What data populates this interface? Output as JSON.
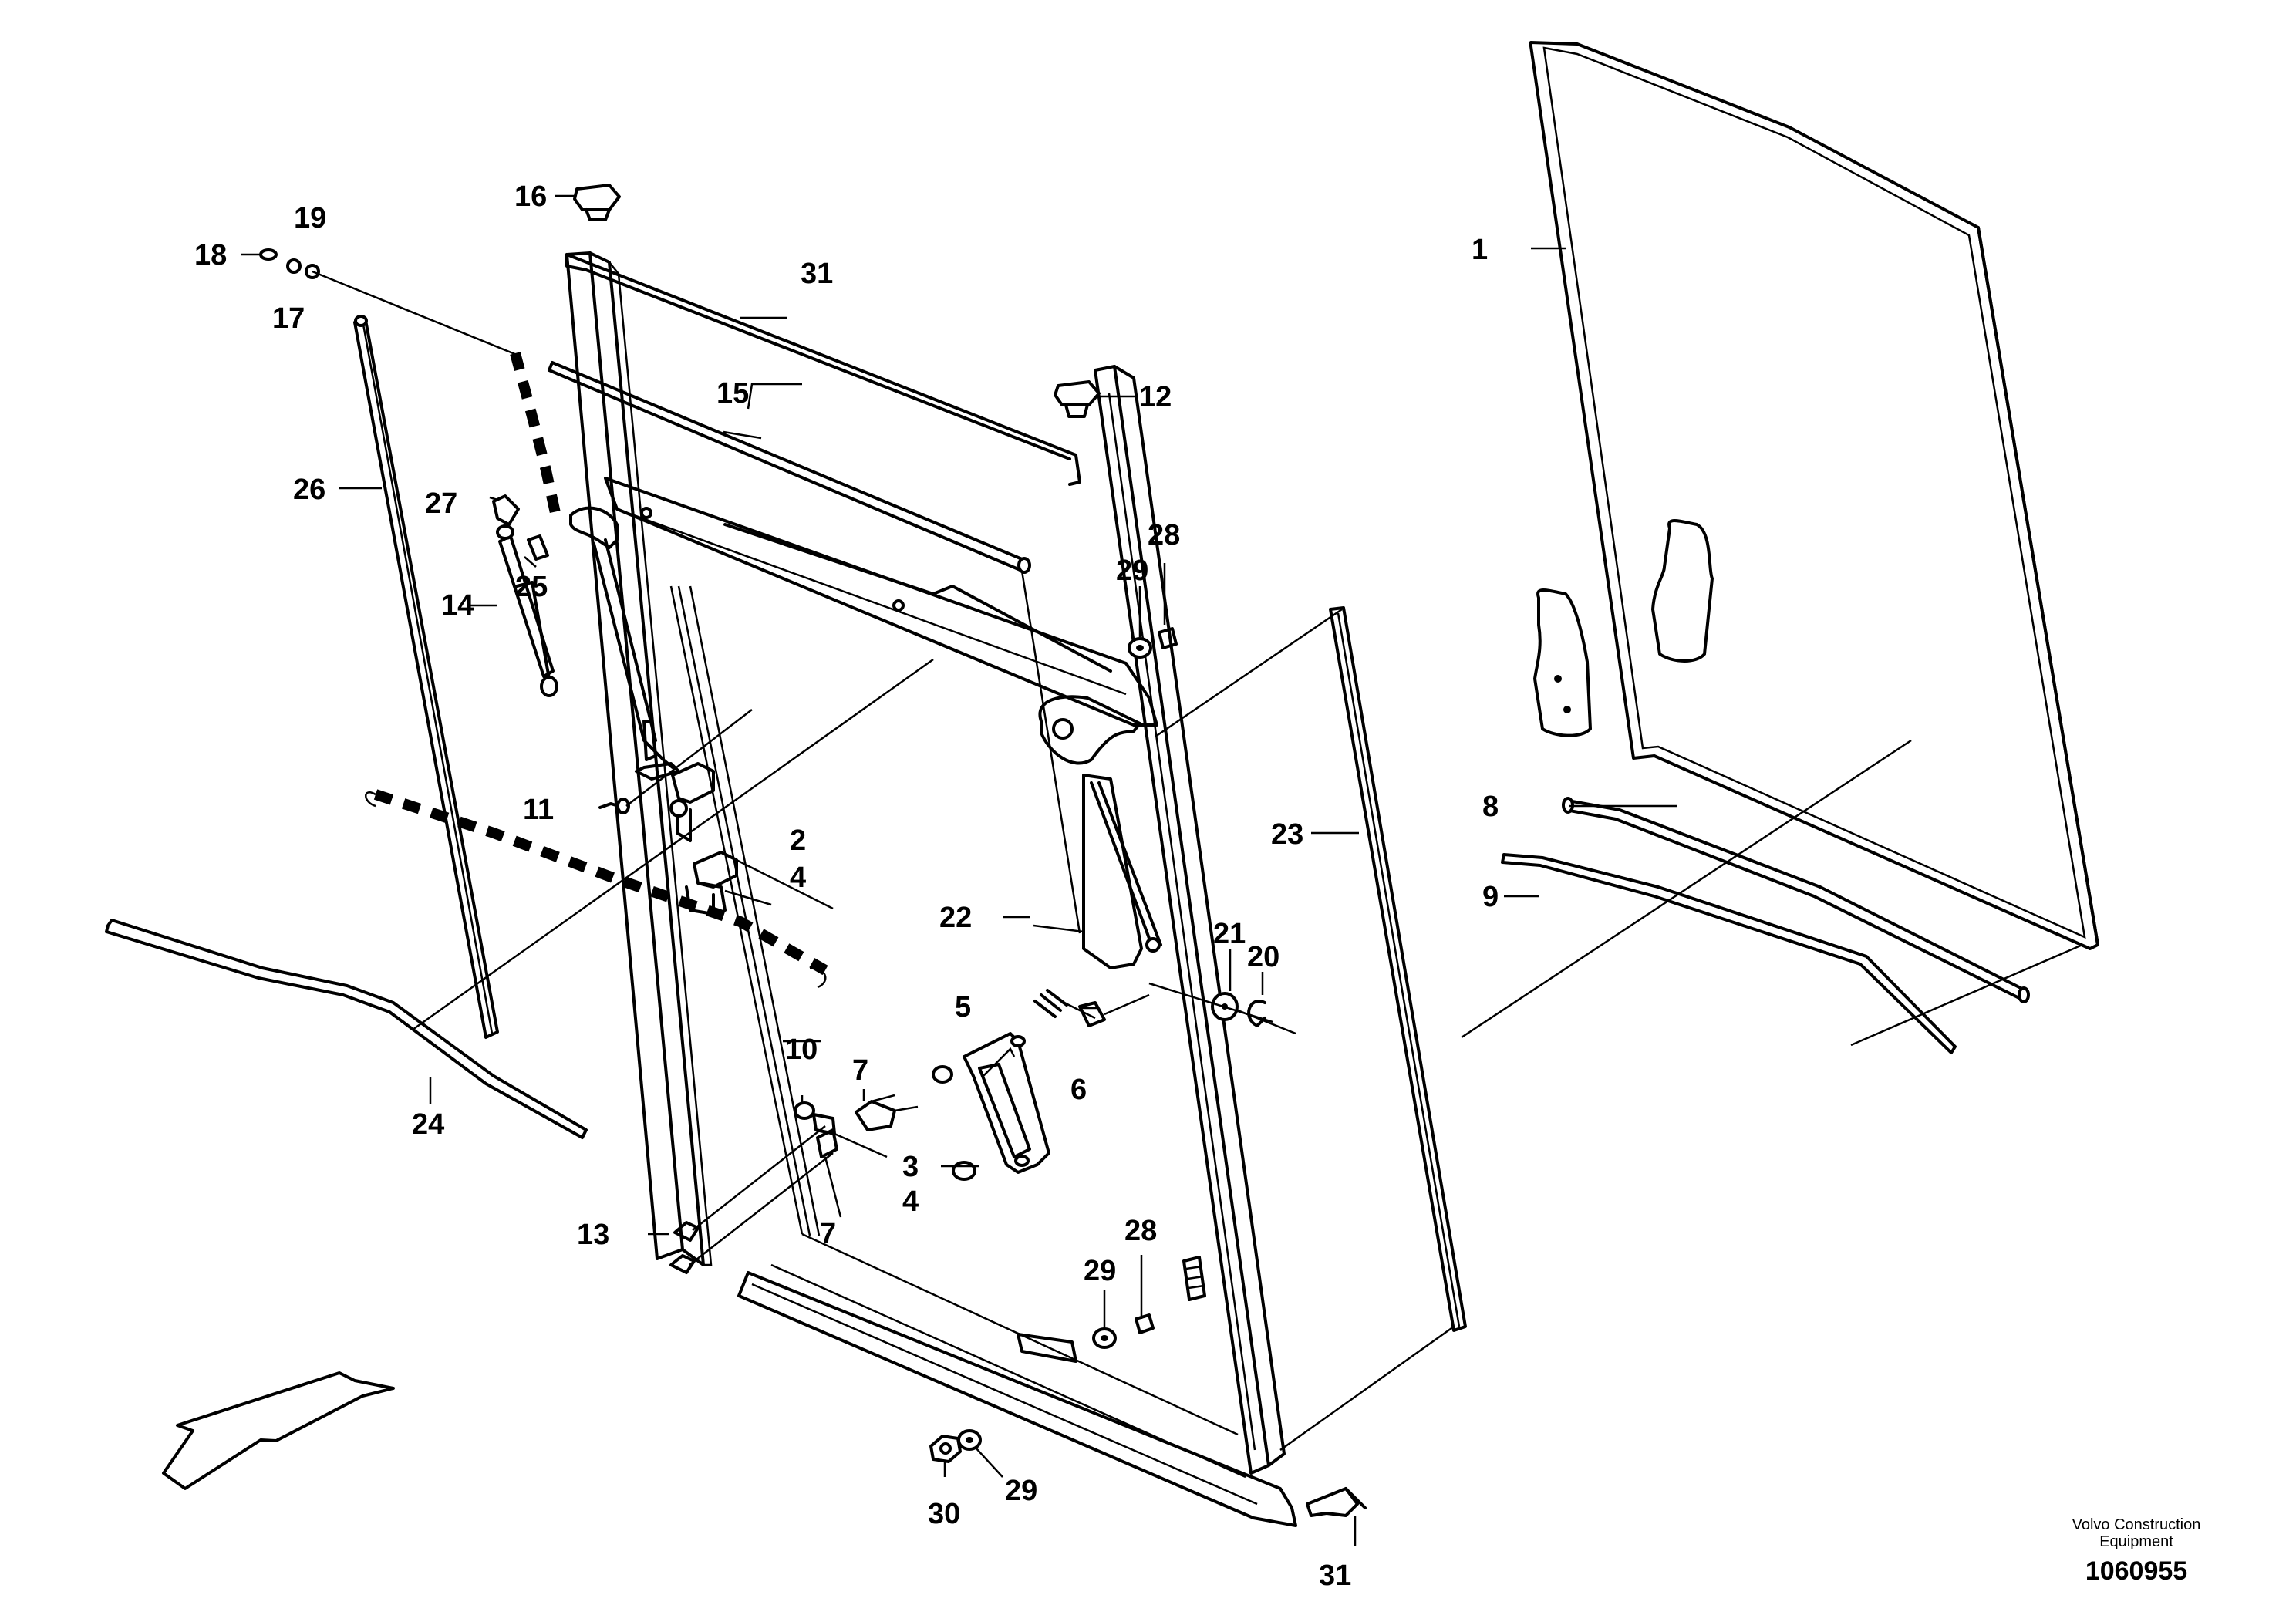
{
  "callouts": {
    "c1": "1",
    "c2": "2",
    "c3": "3",
    "c4a": "4",
    "c4b": "4",
    "c5": "5",
    "c6": "6",
    "c7a": "7",
    "c7b": "7",
    "c8": "8",
    "c9": "9",
    "c10": "10",
    "c11": "11",
    "c12": "12",
    "c13": "13",
    "c14": "14",
    "c15": "15",
    "c16": "16",
    "c17": "17",
    "c18": "18",
    "c19": "19",
    "c20": "20",
    "c21": "21",
    "c22": "22",
    "c23": "23",
    "c24": "24",
    "c25": "25",
    "c26": "26",
    "c27": "27",
    "c28a": "28",
    "c28b": "28",
    "c29a": "29",
    "c29b": "29",
    "c29c": "29",
    "c30": "30",
    "c31a": "31",
    "c31b": "31"
  },
  "brand": {
    "line1": "Volvo Construction",
    "line2": "Equipment",
    "doc_number": "1060955"
  }
}
